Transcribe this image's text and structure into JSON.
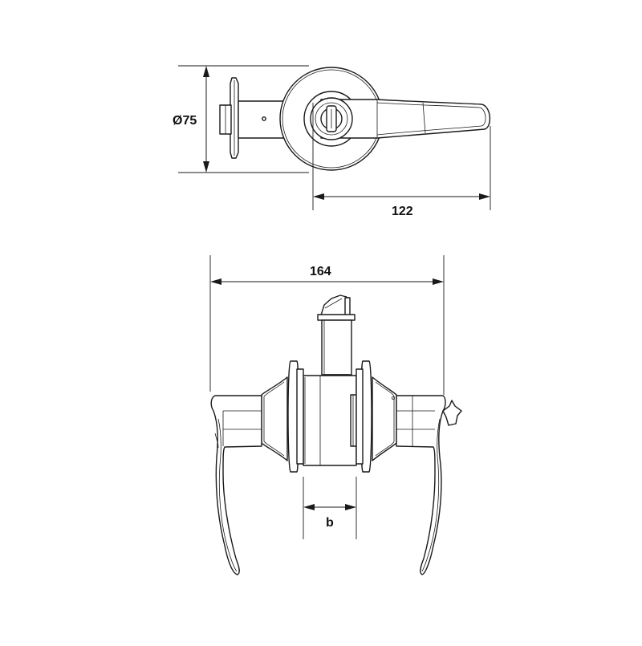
{
  "dimensions": {
    "diameter": "Ø75",
    "lever_projection": "122",
    "overall_width": "164",
    "b": "b"
  },
  "colors": {
    "line": "#1a1a1a",
    "background": "#ffffff"
  }
}
